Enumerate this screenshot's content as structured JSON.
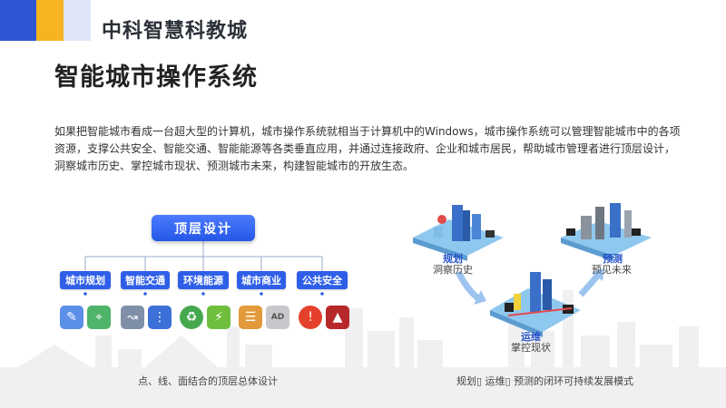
{
  "header": {
    "brand": "中科智慧科教城",
    "title": "智能城市操作系统"
  },
  "intro": "如果把智能城市看成一台超大型的计算机，城市操作系统就相当于计算机中的Windows，城市操作系统可以管理智能城市中的各项资源，支撑公共安全、智能交通、智能能源等各类垂直应用，并通过连接政府、企业和城市居民，帮助城市管理者进行顶层设计，洞察城市历史、掌控城市现状、预测城市未来，构建智能城市的开放生态。",
  "left_diagram": {
    "top_label": "顶层设计",
    "tags": [
      "城市规划",
      "智能交通",
      "环境能源",
      "城市商业",
      "公共安全"
    ],
    "caption": "点、线、面结合的顶层总体设计"
  },
  "right_diagram": {
    "plan": {
      "title": "规划",
      "sub": "洞察历史"
    },
    "ops": {
      "title": "运维",
      "sub": "掌控现状"
    },
    "predict": {
      "title": "预测",
      "sub": "预见未来"
    },
    "caption": "规划▯ 运维▯ 预测的闭环可持续发展模式"
  },
  "colors": {
    "accent": "#2f5fe8",
    "corner_blue": "#2f55d4",
    "corner_yellow": "#f6b322"
  }
}
